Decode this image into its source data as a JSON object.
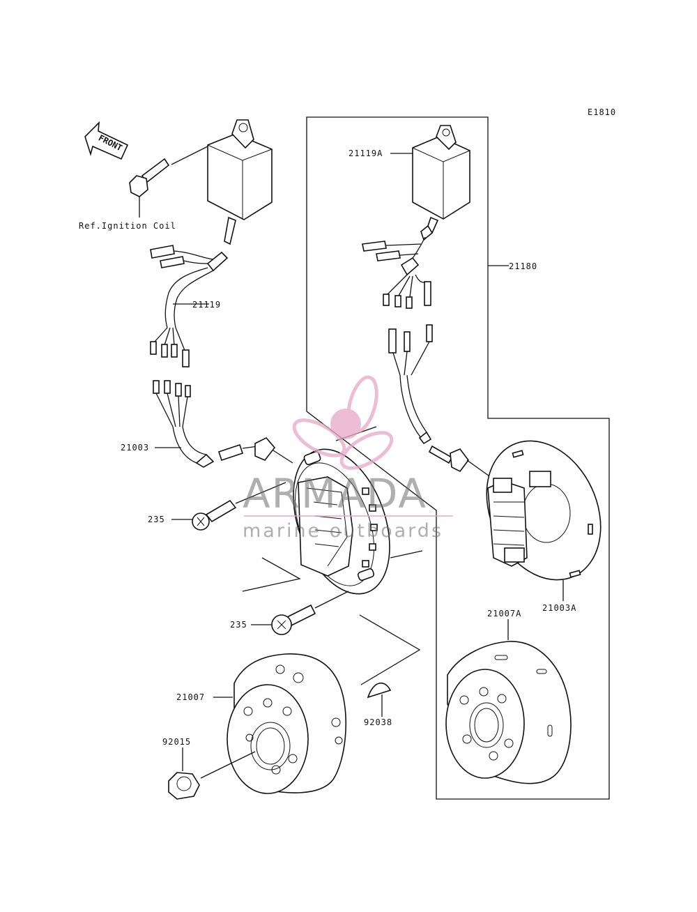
{
  "diagram_code": "E1810",
  "front_label": "FRONT",
  "ref_label": "Ref.Ignition Coil",
  "parts": {
    "p21119": "21119",
    "p21003": "21003",
    "p235_upper": "235",
    "p235_lower": "235",
    "p21007": "21007",
    "p92015": "92015",
    "p92038": "92038",
    "p21119A": "21119A",
    "p21180": "21180",
    "p21003A": "21003A",
    "p21007A": "21007A"
  },
  "watermark": {
    "brand": "ARMADA",
    "tagline": "marine outboards",
    "color": "#e8a8c8"
  }
}
